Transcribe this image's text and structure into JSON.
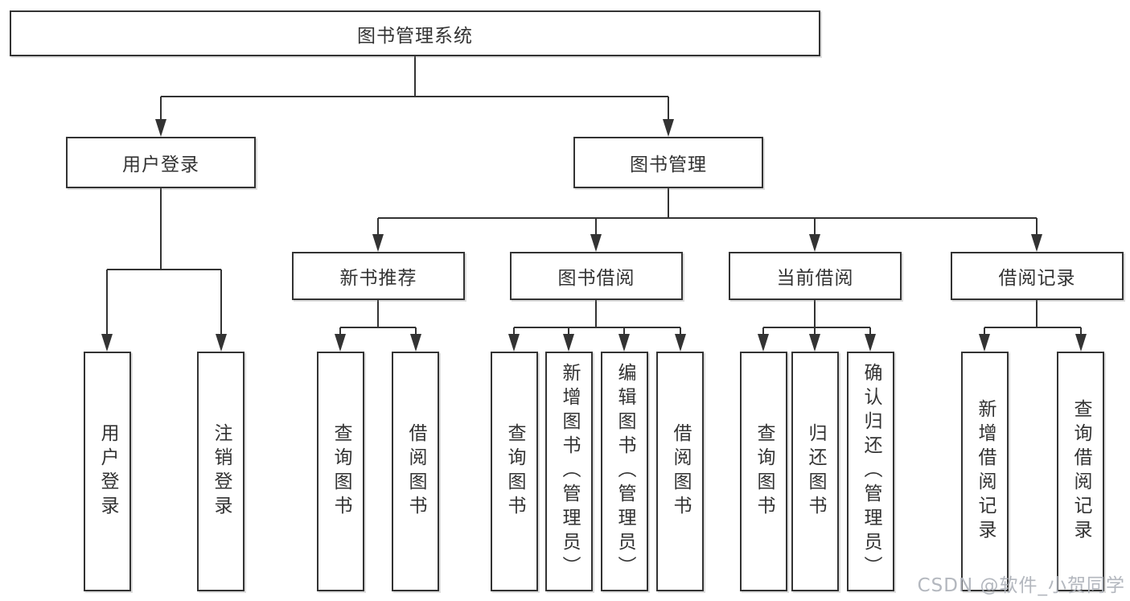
{
  "diagram": {
    "root": {
      "label": "图书管理系统"
    },
    "level2": [
      {
        "label": "用户登录",
        "children": [
          "用户登录",
          "注销登录"
        ]
      },
      {
        "label": "图书管理",
        "children": [
          {
            "label": "新书推荐",
            "children": [
              "查询图书",
              "借阅图书"
            ]
          },
          {
            "label": "图书借阅",
            "children": [
              "查询图书",
              "新增图书（管理员）",
              "编辑图书（管理员）",
              "借阅图书"
            ]
          },
          {
            "label": "当前借阅",
            "children": [
              "查询图书",
              "归还图书",
              "确认归还（管理员）"
            ]
          },
          {
            "label": "借阅记录",
            "children": [
              "新增借阅记录",
              "查询借阅记录"
            ]
          }
        ]
      }
    ]
  },
  "watermark": {
    "text": "CSDN @软件_小贺同学"
  },
  "colors": {
    "line": "#333333",
    "text": "#333333",
    "watermark": "#afb3ba",
    "background": "#ffffff"
  }
}
